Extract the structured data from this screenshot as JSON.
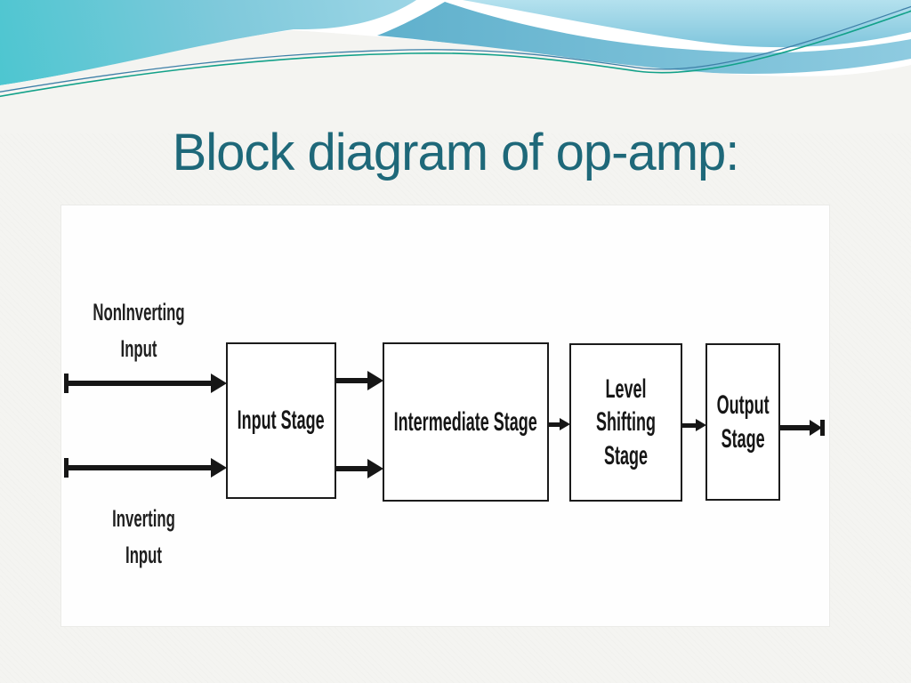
{
  "title": {
    "text": "Block diagram of op-amp:",
    "color": "#1e6879"
  },
  "diagram": {
    "input_labels": [
      {
        "label": "NonInverting Input"
      },
      {
        "label": "Inverting Input"
      }
    ],
    "blocks": [
      {
        "label": "Input Stage"
      },
      {
        "label": "Intermediate Stage"
      },
      {
        "label": "Level Shifting Stage"
      },
      {
        "label": "Output Stage"
      }
    ],
    "ink_color": "#161616",
    "box_border_color": "#1b1b1b",
    "panel_background": "#fefefe"
  },
  "decoration": {
    "sky_teal": "#4cc6d0",
    "sky_light": "#a3d8e8",
    "right_mass_top": "#b4e1ee",
    "right_mass_bottom": "#79c2da",
    "wedge_deep": "#5fb0cc",
    "wedge_light": "#8ecbe0",
    "thin_line_green": "#12a189",
    "thin_line_blue": "#3f80a8",
    "slide_background": "#f4f4f1"
  }
}
